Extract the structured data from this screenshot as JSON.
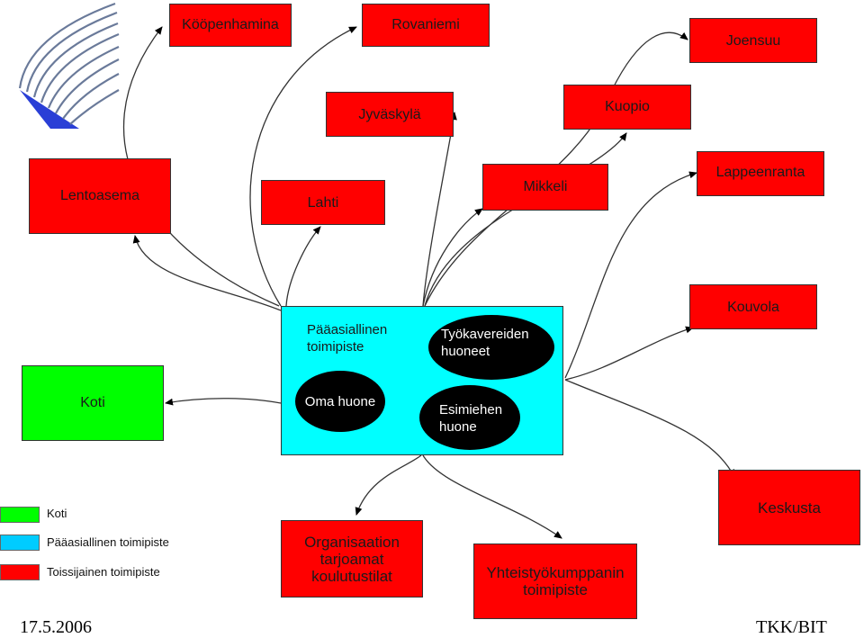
{
  "colors": {
    "secondary": "#ff0000",
    "home": "#00ff00",
    "main": "#00ffff",
    "room": "#000000"
  },
  "logo": {
    "icon": "university-logo-icon"
  },
  "nodes": {
    "kooppenhamina": "Kööpenhamina",
    "rovaniemi": "Rovaniemi",
    "joensuu": "Joensuu",
    "jyvaskyla": "Jyväskylä",
    "kuopio": "Kuopio",
    "lentoasema": "Lentoasema",
    "lahti": "Lahti",
    "mikkeli": "Mikkeli",
    "lappeenranta": "Lappeenranta",
    "kouvola": "Kouvola",
    "koti": "Koti",
    "keskusta": "Keskusta",
    "organisaatio": "Organisaation tarjoamat koulutustilat",
    "yhteistyo": "Yhteistyökumppanin toimipiste"
  },
  "main_office": {
    "label": "Pääasiallinen toimipiste",
    "rooms": {
      "tyokavereiden": "Työkavereiden huoneet",
      "oma": "Oma huone",
      "esimiehen": "Esimiehen huone"
    }
  },
  "legend": {
    "home": "Koti",
    "main": "Pääasiallinen toimipiste",
    "secondary": "Toissijainen toimipiste"
  },
  "footer": {
    "date": "17.5.2006",
    "org": "TKK/BIT"
  }
}
